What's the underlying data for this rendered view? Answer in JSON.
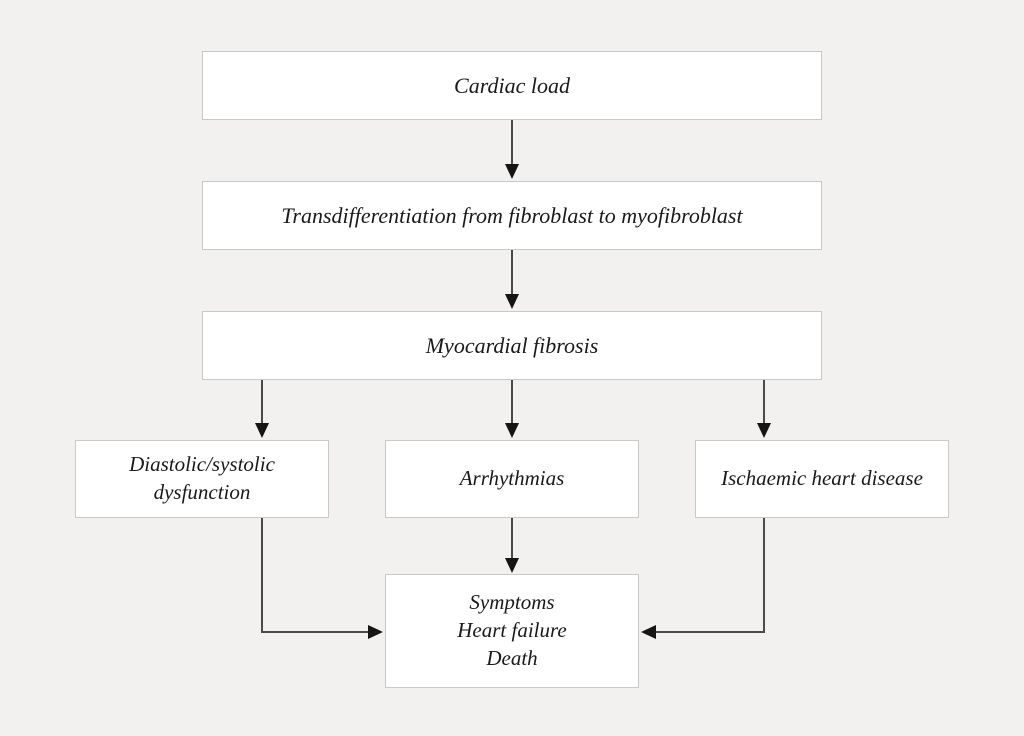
{
  "diagram": {
    "title": "Cardiac load to heart failure pathway flowchart",
    "background_color": "#f2f1ef",
    "node_fill_color": "#ffffff",
    "node_border_color": "#c9c9c7",
    "connector_color": "#4a4a4a",
    "arrowhead_color": "#151515",
    "nodes": [
      {
        "id": "cardiac-load",
        "label": "Cardiac load",
        "lines": [
          "Cardiac load"
        ]
      },
      {
        "id": "transdifferentiation",
        "label": "Transdifferentiation from fibroblast to myofibroblast",
        "lines": [
          "Transdifferentiation from fibroblast to myofibroblast"
        ]
      },
      {
        "id": "myocardial-fibrosis",
        "label": "Myocardial fibrosis",
        "lines": [
          "Myocardial fibrosis"
        ]
      },
      {
        "id": "dysfunction",
        "label": "Diastolic/systolic dysfunction",
        "lines": [
          "Diastolic/systolic",
          "dysfunction"
        ]
      },
      {
        "id": "arrhythmias",
        "label": "Arrhythmias",
        "lines": [
          "Arrhythmias"
        ]
      },
      {
        "id": "ischaemic-heart-disease",
        "label": "Ischaemic heart disease",
        "lines": [
          "Ischaemic heart disease"
        ]
      },
      {
        "id": "outcome",
        "label": "Symptoms Heart failure Death",
        "lines": [
          "Symptoms",
          "Heart failure",
          "Death"
        ]
      }
    ],
    "edges": [
      {
        "from": "cardiac-load",
        "to": "transdifferentiation",
        "style": "straight-down"
      },
      {
        "from": "transdifferentiation",
        "to": "myocardial-fibrosis",
        "style": "straight-down"
      },
      {
        "from": "myocardial-fibrosis",
        "to": "dysfunction",
        "style": "straight-down"
      },
      {
        "from": "myocardial-fibrosis",
        "to": "arrhythmias",
        "style": "straight-down"
      },
      {
        "from": "myocardial-fibrosis",
        "to": "ischaemic-heart-disease",
        "style": "straight-down"
      },
      {
        "from": "dysfunction",
        "to": "outcome",
        "style": "elbow-right"
      },
      {
        "from": "arrhythmias",
        "to": "outcome",
        "style": "straight-down"
      },
      {
        "from": "ischaemic-heart-disease",
        "to": "outcome",
        "style": "elbow-left"
      }
    ]
  }
}
